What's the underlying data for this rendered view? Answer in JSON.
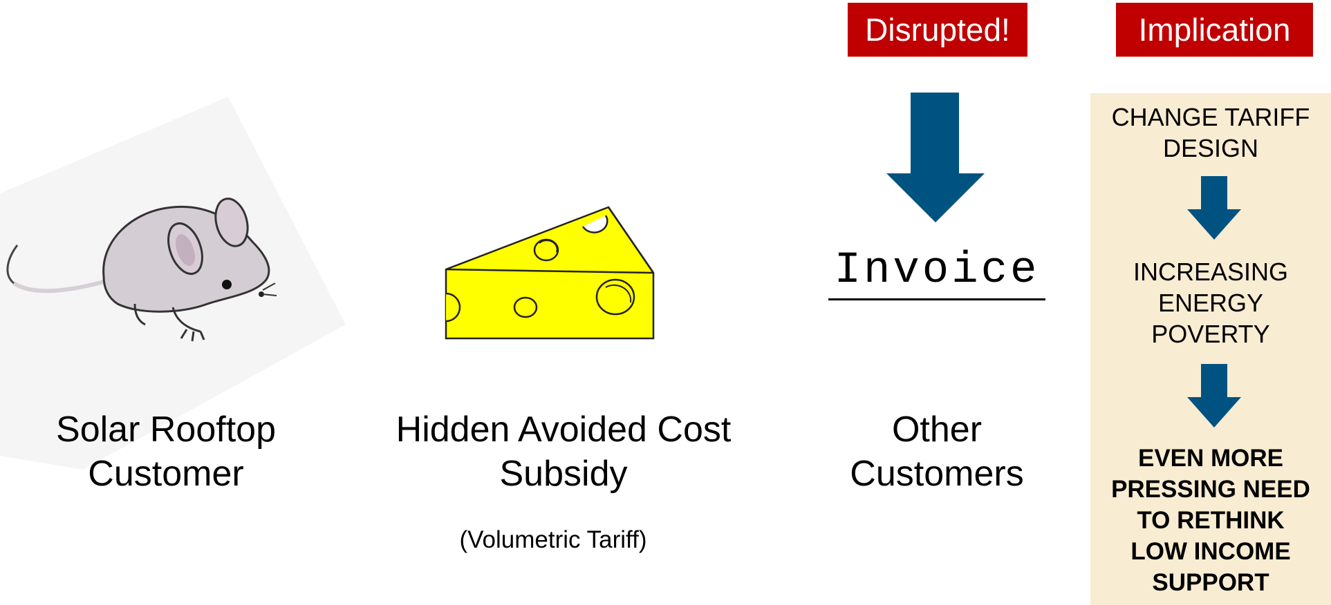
{
  "tags": {
    "disrupted": "Disrupted!",
    "implication": "Implication"
  },
  "labels": {
    "mouse": [
      "Solar Rooftop",
      "Customer"
    ],
    "cheese": [
      "Hidden Avoided Cost",
      "Subsidy"
    ],
    "cheese_note": "(Volumetric Tariff)",
    "other": [
      "Other",
      "Customers"
    ]
  },
  "invoice": "Invoice",
  "implication": {
    "step1": [
      "CHANGE TARIFF",
      "DESIGN"
    ],
    "step2": [
      "INCREASING",
      "ENERGY",
      "POVERTY"
    ],
    "step3": [
      "EVEN MORE",
      "PRESSING NEED",
      "TO RETHINK",
      "LOW INCOME",
      "SUPPORT"
    ]
  },
  "icons": [
    "mouse-icon",
    "cheese-icon",
    "down-arrow-icon"
  ],
  "colors": {
    "tag_red": "#c00000",
    "arrow_blue": "#005380",
    "panel_beige": "#f8ecd2",
    "cheese_yellow": "#ffff00"
  }
}
